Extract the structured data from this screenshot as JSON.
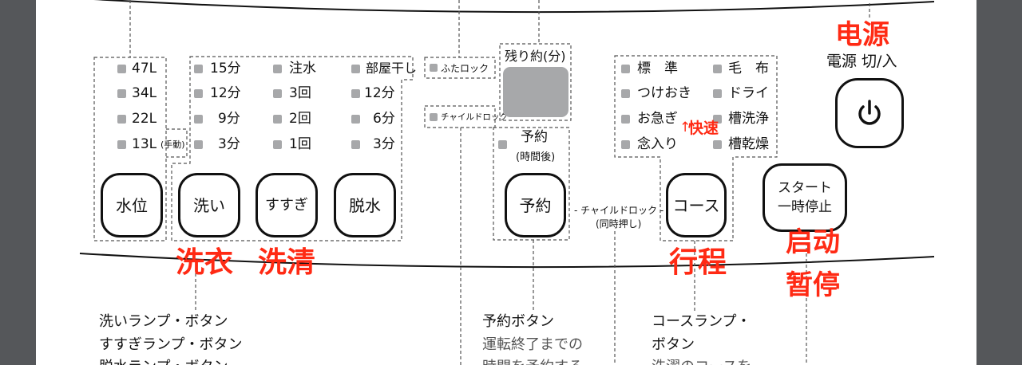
{
  "water_level": {
    "levels": [
      "47L",
      "34L",
      "22L",
      "13L"
    ],
    "manual_note": "(手動)",
    "button": "水位"
  },
  "wash": {
    "times": [
      "15分",
      "12分",
      "9分",
      "3分"
    ],
    "button": "洗い",
    "annotation": "洗衣"
  },
  "rinse": {
    "options": [
      "注水",
      "3回",
      "2回",
      "1回"
    ],
    "button": "すすぎ",
    "annotation": "洗清"
  },
  "spin": {
    "options": [
      "部屋干し",
      "12分",
      "6分",
      "3分"
    ],
    "button": "脱水"
  },
  "lid_lock": "ふたロック",
  "child_lock_lamp": "チャイルドロック",
  "remaining": {
    "label": "残り約(分)"
  },
  "reserve": {
    "lamp_label": "予約",
    "lamp_sub": "(時間後)",
    "button": "予約"
  },
  "child_lock_combo": {
    "label": "- チャイルドロック -",
    "sub": "(同時押し)"
  },
  "course": {
    "left": [
      "標　準",
      "つけおき",
      "お急ぎ",
      "念入り"
    ],
    "right": [
      "毛　布",
      "ドライ",
      "槽洗浄",
      "槽乾燥"
    ],
    "button": "コース",
    "annotation": "行程",
    "quick_annotation": "快速",
    "quick_arrow": "↑"
  },
  "power": {
    "annotation": "电源",
    "label": "電源 切/入"
  },
  "start": {
    "line1": "スタート",
    "line2": "一時停止",
    "annotation1": "启动",
    "annotation2": "暂停"
  },
  "descriptions": {
    "wash_col": [
      "洗いランプ・ボタン",
      "すすぎランプ・ボタン",
      "脱水ランプ・ボタン"
    ],
    "reserve_col": {
      "title": "予約ボタン",
      "lines": [
        "運転終了までの",
        "時間を予約する"
      ]
    },
    "course_col": [
      "コースランプ・",
      "ボタン"
    ],
    "course_body": "洗濯のコースを"
  },
  "colors": {
    "annotation_red": "#ff2a14",
    "lamp_gray": "#a7a8aa",
    "frame": "#55575a"
  }
}
